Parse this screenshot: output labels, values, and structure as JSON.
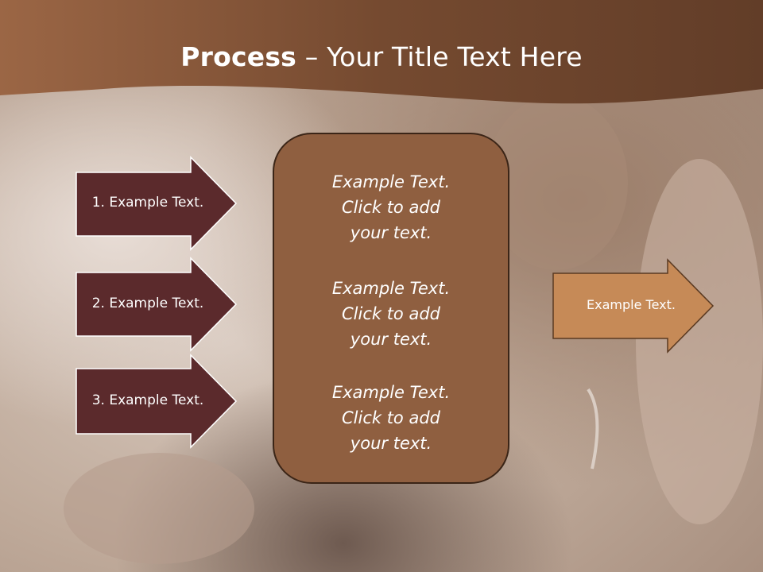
{
  "slide": {
    "title_bold": "Process",
    "title_rest": " – Your Title Text Here"
  },
  "left_arrows": [
    {
      "label": "1. Example Text."
    },
    {
      "label": "2. Example Text."
    },
    {
      "label": "3. Example Text."
    }
  ],
  "center_box": {
    "blocks": [
      {
        "lines": [
          "Example Text.",
          "Click  to add",
          "your text."
        ]
      },
      {
        "lines": [
          "Example Text.",
          "Click  to add",
          "your text."
        ]
      },
      {
        "lines": [
          "Example Text.",
          "Click  to add",
          "your text."
        ]
      }
    ]
  },
  "right_arrow": {
    "label": "Example Text."
  },
  "colors": {
    "header_brown": "#7a4e33",
    "left_arrow_fill": "#5b2a2c",
    "center_box_fill": "#8f5f40",
    "right_arrow_fill": "#c68a57"
  }
}
